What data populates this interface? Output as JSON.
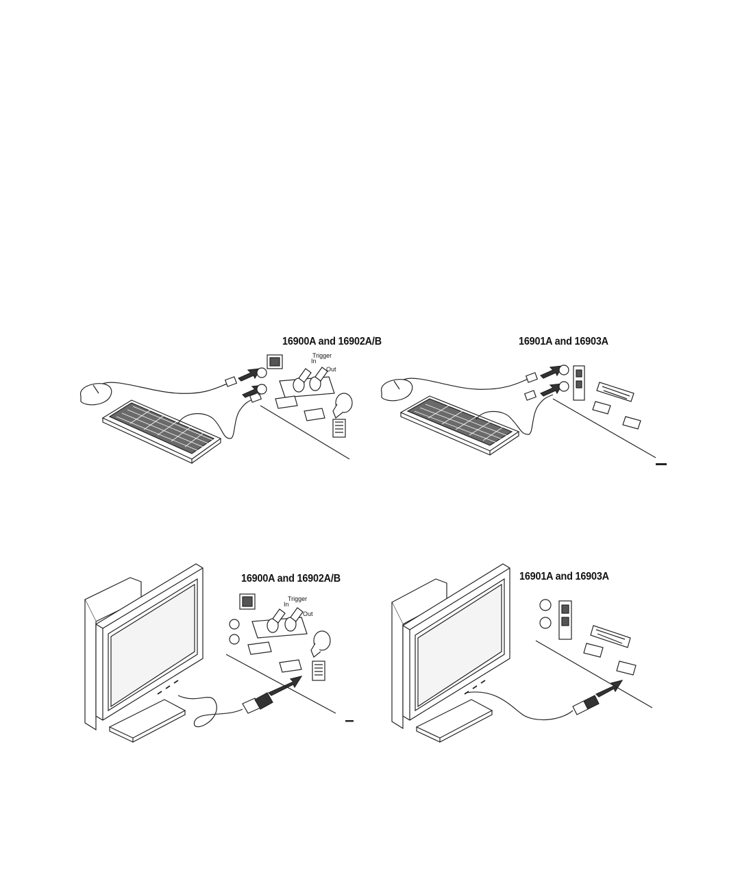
{
  "figures": [
    {
      "id": "keyboard-mouse-16900",
      "label": "16900A and 16902A/B",
      "port_in": "In",
      "port_trigger": "Trigger",
      "port_out": "Out"
    },
    {
      "id": "keyboard-mouse-16901",
      "label": "16901A and 16903A"
    },
    {
      "id": "monitor-16900",
      "label": "16900A and 16902A/B",
      "port_in": "In",
      "port_trigger": "Trigger",
      "port_out": "Out"
    },
    {
      "id": "monitor-16901",
      "label": "16901A and 16903A"
    }
  ],
  "colors": {
    "line": "#222222",
    "fill": "#ffffff",
    "shade": "#d9d9d9",
    "dark": "#333333"
  }
}
